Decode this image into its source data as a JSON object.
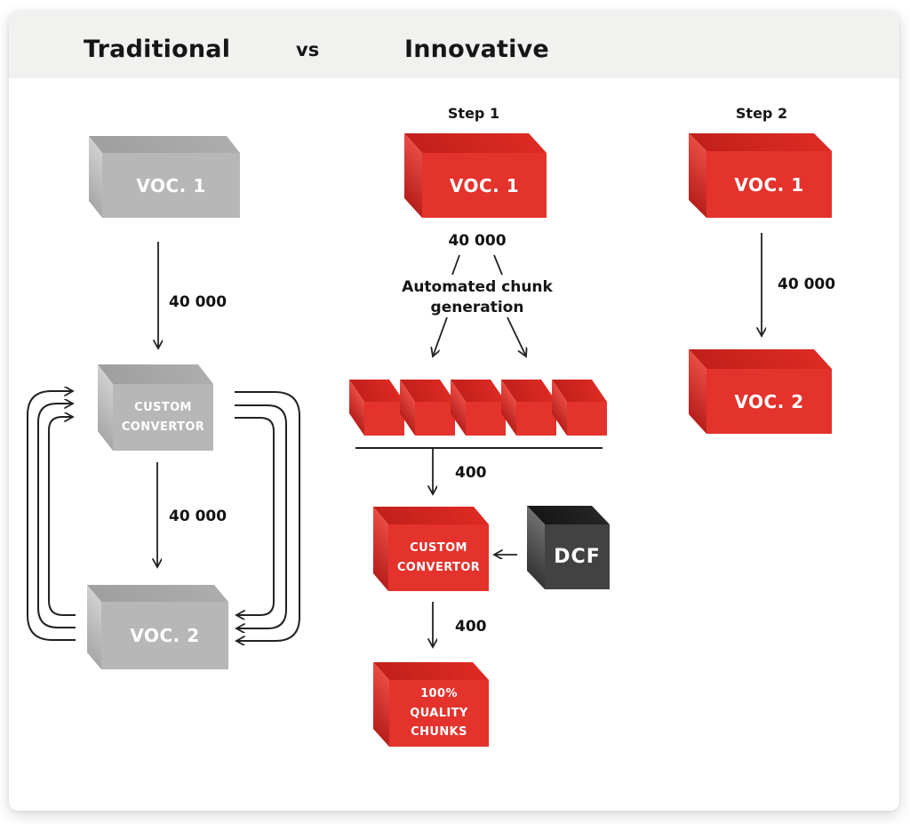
{
  "header": {
    "title_left": "Traditional",
    "separator": "vs",
    "title_right": "Innovative"
  },
  "traditional": {
    "voc1_label": "VOC. 1",
    "arrow1_count": "40 000",
    "convertor_label": "CUSTOM CONVERTOR",
    "arrow2_count": "40 000",
    "voc2_label": "VOC. 2"
  },
  "innovative": {
    "step1": {
      "title": "Step 1",
      "voc1_label": "VOC. 1",
      "voc1_count": "40 000",
      "process_label": "Automated chunk generation",
      "chunk_count": "400",
      "convertor_label": "CUSTOM CONVERTOR",
      "dcf_label": "DCF",
      "output_count": "400",
      "result_label": "100% QUALITY CHUNKS"
    },
    "step2": {
      "title": "Step 2",
      "voc1_label": "VOC. 1",
      "arrow_count": "40 000",
      "voc2_label": "VOC. 2"
    }
  },
  "colors": {
    "accent_red": "#e4322c",
    "red_shade": "#c2201b",
    "neutral_gray": "#b7b7b7",
    "dcf_dark": "#424242",
    "line_ink": "#222222",
    "header_bg": "#f1f1f0",
    "label_text": "#ffffff"
  }
}
